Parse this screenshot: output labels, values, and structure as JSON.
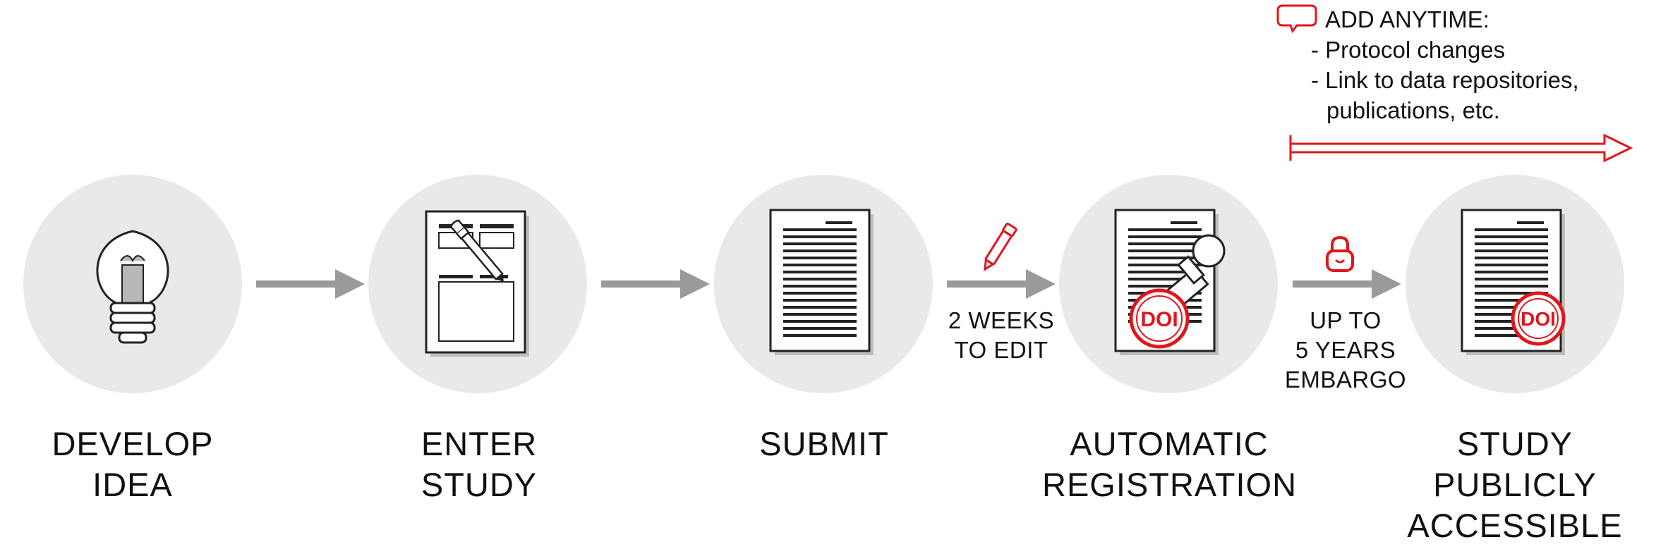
{
  "steps": [
    {
      "icon": "lightbulb-icon",
      "label": [
        "DEVELOP",
        "IDEA"
      ]
    },
    {
      "icon": "form-with-pen-icon",
      "label": [
        "ENTER",
        "STUDY"
      ]
    },
    {
      "icon": "document-icon",
      "label": [
        "SUBMIT"
      ]
    },
    {
      "icon": "stamped-document-icon",
      "label": [
        "AUTOMATIC",
        "REGISTRATION"
      ]
    },
    {
      "icon": "doi-document-icon",
      "label": [
        "STUDY",
        "PUBLICLY",
        "ACCESSIBLE"
      ]
    }
  ],
  "transitions": [
    {
      "icon": "",
      "label": []
    },
    {
      "icon": "",
      "label": []
    },
    {
      "icon": "pen-icon",
      "label": [
        "2 WEEKS",
        "TO EDIT"
      ]
    },
    {
      "icon": "lock-icon",
      "label": [
        "UP TO",
        "5 YEARS",
        "EMBARGO"
      ]
    }
  ],
  "add_anytime": {
    "icon": "speech-bubble-icon",
    "title": "ADD ANYTIME:",
    "items": [
      "- Protocol changes",
      "- Link to data repositories,",
      "publications, etc."
    ]
  },
  "stamp_text": "DOI",
  "colors": {
    "accent": "#e0161b",
    "circle": "#e9e9e9",
    "arrow": "#9a9a9a"
  }
}
